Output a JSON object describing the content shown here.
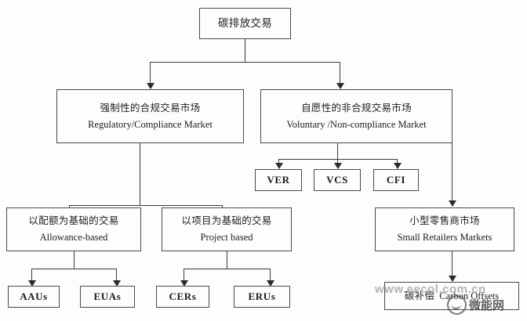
{
  "diagram": {
    "title_cn": "碳排放交易",
    "nodes": {
      "root": {
        "cn": "碳排放交易",
        "en": ""
      },
      "compliance": {
        "cn": "强制性的合规交易市场",
        "en": "Regulatory/Compliance Market"
      },
      "voluntary": {
        "cn": "自愿性的非合规交易市场",
        "en": "Voluntary /Non-compliance Market"
      },
      "ver": {
        "cn": "",
        "en": "VER"
      },
      "vcs": {
        "cn": "",
        "en": "VCS"
      },
      "cfi": {
        "cn": "",
        "en": "CFI"
      },
      "allowance": {
        "cn": "以配额为基础的交易",
        "en": "Allowance-based"
      },
      "project": {
        "cn": "以项目为基础的交易",
        "en": "Project based"
      },
      "retailers": {
        "cn": "小型零售商市场",
        "en": "Small Retailers Markets"
      },
      "aaus": {
        "cn": "",
        "en": "AAUs"
      },
      "euas": {
        "cn": "",
        "en": "EUAs"
      },
      "cers": {
        "cn": "",
        "en": "CERs"
      },
      "erus": {
        "cn": "",
        "en": "ERUs"
      },
      "offsets": {
        "cn": "碳补偿",
        "en": "Carbon Offsets"
      }
    }
  },
  "watermarks": {
    "url": "www.eecol.com.cn",
    "logo_text": "微能网"
  },
  "colors": {
    "background": "#fdfdfd",
    "box_border": "#4a4a4a",
    "connector": "#3a3a3a",
    "text": "#1c1c1c"
  }
}
